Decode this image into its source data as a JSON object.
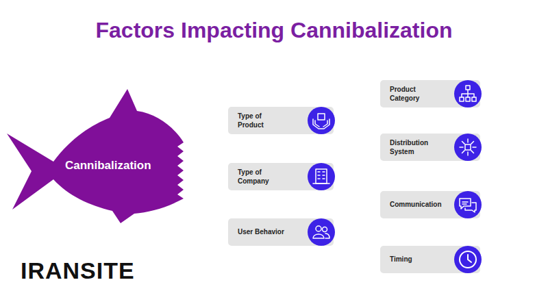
{
  "diagram": {
    "title": "Factors Impacting Cannibalization",
    "nodes": [
      {
        "text": [
          "Cannibalization"
        ]
      },
      {
        "text": [
          "Type of Product"
        ]
      },
      {
        "text": [
          "Type of Company"
        ]
      },
      {
        "text": [
          "User Behavior"
        ]
      },
      {
        "text": [
          "Product Category"
        ]
      },
      {
        "text": [
          "Distribution System"
        ]
      },
      {
        "text": [
          "Communication"
        ]
      },
      {
        "text": [
          "Timing"
        ]
      }
    ],
    "labels": [
      "IRANSITE"
    ]
  }
}
